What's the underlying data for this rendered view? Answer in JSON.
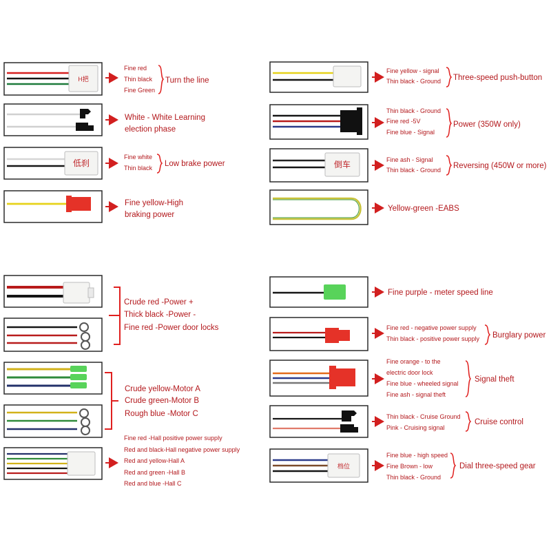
{
  "colors": {
    "label": "#b3181c",
    "arrow": "#d21f1f",
    "bracket": "#e0201f",
    "box_border": "#2a2a2a",
    "connector_white": "#f4f4f2",
    "connector_red": "#e53228",
    "connector_green": "#58d35a",
    "connector_print": "#c0282c"
  },
  "connectors": {
    "turn_line_marking": "H把",
    "low_brake_marking": "低刹",
    "reversing_marking": "倒车",
    "dial_gear_marking": "档位"
  },
  "left": {
    "turn_line": {
      "wires": [
        "Fine red",
        "Thin black",
        "Fine Green"
      ],
      "title": "Turn the line"
    },
    "learning": {
      "line1": "White - White Learning",
      "line2": "election phase"
    },
    "low_brake": {
      "wires": [
        "Fine white",
        "Thin black"
      ],
      "title": "Low brake power"
    },
    "high_brake": {
      "line1": "Fine yellow-High",
      "line2": "braking power"
    },
    "power_group": {
      "lines": [
        "Crude red  -Power +",
        "Thick black -Power -",
        "Fine red   -Power door locks"
      ]
    },
    "motor_group": {
      "lines": [
        "Crude yellow-Motor A",
        "Crude green-Motor B",
        "Rough blue  -Motor C"
      ]
    },
    "hall": {
      "lines": [
        "Fine red  -Hall positive power supply",
        "Red and black-Hall negative power supply",
        "Red and yellow-Hall A",
        "Red and green -Hall B",
        "Red and blue  -Hall C"
      ]
    }
  },
  "right": {
    "three_speed": {
      "wires": [
        "Fine yellow - signal",
        "Thin black - Ground"
      ],
      "title": "Three-speed push-button"
    },
    "power350": {
      "wires": [
        "Thin black - Ground",
        "Fine red -5V",
        "Fine blue - Signal"
      ],
      "title": "Power (350W only)"
    },
    "reversing": {
      "wires": [
        "Fine ash - Signal",
        "Thin black - Ground"
      ],
      "title": "Reversing (450W or more)"
    },
    "eabs": {
      "label": "Yellow-green -EABS"
    },
    "speed_line": {
      "label": "Fine purple - meter speed line"
    },
    "burglary": {
      "wires": [
        "Fine red - negative power supply",
        "Thin black - positive power supply"
      ],
      "title": "Burglary power"
    },
    "signal_theft": {
      "wires": [
        "Fine orange - to the",
        "electric door lock",
        "Fine blue - wheeled signal",
        "Fine ash - signal theft"
      ],
      "title": "Signal theft"
    },
    "cruise": {
      "wires": [
        "Thin black - Cruise Ground",
        "Pink - Cruising signal"
      ],
      "title": "Cruise control"
    },
    "dial_gear": {
      "wires": [
        "Fine blue - high speed",
        "Fine Brown - low",
        "Thin black - Ground"
      ],
      "title": "Dial three-speed gear"
    }
  }
}
